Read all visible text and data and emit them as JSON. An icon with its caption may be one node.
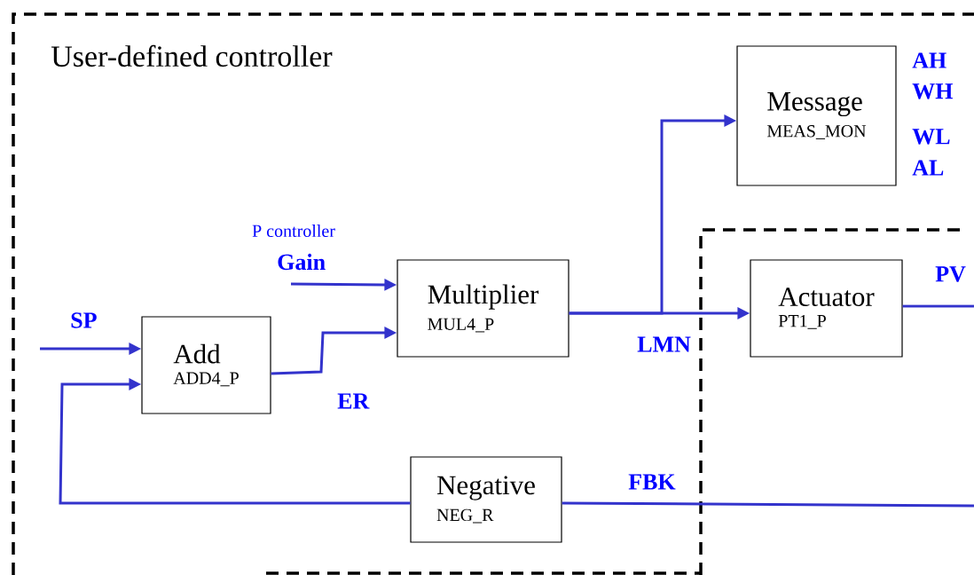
{
  "diagram": {
    "nodes": [
      {
        "text": [
          "User-defined controller"
        ]
      },
      {
        "text": [],
        "shape": "box",
        "in": 0
      },
      {
        "text": [
          "Add",
          "ADD4_P"
        ],
        "in": 0
      },
      {
        "text": [
          "Multiplier",
          "MUL4_P"
        ],
        "in": 0
      },
      {
        "text": [
          "Message",
          "MEAS_MON"
        ],
        "beside": [
          "AH",
          "WH",
          "WL",
          "AL"
        ],
        "in": 0
      },
      {
        "text": [
          "Actuator",
          "PT1_P"
        ],
        "in": 1
      },
      {
        "text": [
          "Negative",
          "NEG_R"
        ],
        "in": 0
      }
    ],
    "edges": [
      {
        "from": null,
        "to": 2,
        "arrow": "to",
        "label": "SP"
      },
      {
        "from": 6,
        "to": 2,
        "arrow": "to"
      },
      {
        "from": null,
        "to": 3,
        "arrow": "to",
        "label": "Gain"
      },
      {
        "from": 2,
        "to": 3,
        "arrow": "to",
        "label": "ER"
      },
      {
        "from": 3,
        "to": 5,
        "arrow": "to",
        "label": "LMN"
      },
      {
        "from": 3,
        "to": 4,
        "arrow": "to"
      },
      {
        "from": 5,
        "to": null,
        "arrow": "none",
        "label": "PV"
      },
      {
        "from": null,
        "to": 6,
        "arrow": "none",
        "label": "FBK"
      }
    ],
    "labels": [
      "P controller"
    ]
  }
}
